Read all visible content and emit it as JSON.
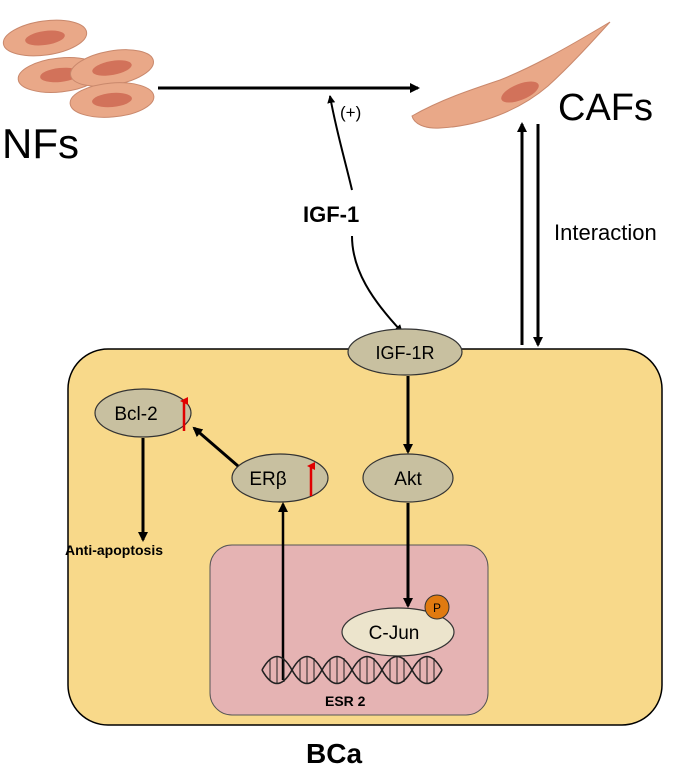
{
  "labels": {
    "nfs": "NFs",
    "cafs": "CAFs",
    "plus": "(+)",
    "igf1": "IGF-1",
    "interaction": "Interaction",
    "bca": "BCa",
    "anti_apoptosis": "Anti-apoptosis",
    "esr2": "ESR 2",
    "phospho": "P"
  },
  "nodes": {
    "igf1r": "IGF-1R",
    "akt": "Akt",
    "erb": "ERβ",
    "bcl2": "Bcl-2",
    "cjun": "C-Jun"
  },
  "colors": {
    "cell": "#f8d98a",
    "nucleus": "#e5b3b3",
    "node": "#c8c0a0",
    "cjun": "#ece4cc",
    "fibroblast": "#e9a888",
    "fibroblast_nucleus": "#d2725a",
    "up_arrow": "#e00000",
    "phospho": "#e07a10"
  }
}
